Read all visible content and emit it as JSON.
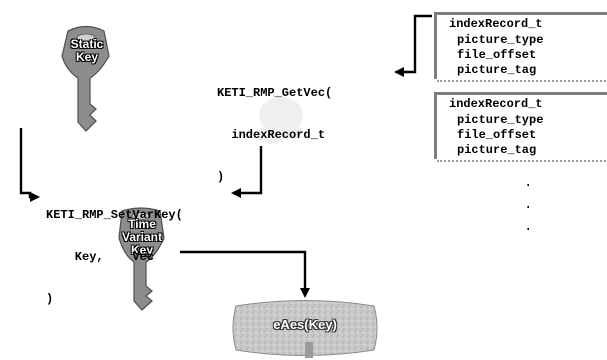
{
  "static_key": {
    "label_line1": "Static",
    "label_line2": "Key"
  },
  "time_variant_key": {
    "label_line1": "Time",
    "label_line2": "Variant",
    "label_line3": "Key"
  },
  "get_vec": {
    "line1": "KETI_RMP_GetVec(",
    "line2": "  indexRecord_t",
    "line3": ")"
  },
  "set_var_key": {
    "line1": "KETI_RMP_SetVarKey(",
    "line2": "    Key,    Vec",
    "line3": ")"
  },
  "records": [
    {
      "title": "indexRecord_t",
      "fields": [
        "picture_type",
        "file_offset",
        "picture_tag"
      ]
    },
    {
      "title": "indexRecord_t",
      "fields": [
        "picture_type",
        "file_offset",
        "picture_tag"
      ]
    }
  ],
  "cipher": {
    "label": "eAes(Key)"
  },
  "continuation_dots": [
    ".",
    ".",
    "."
  ],
  "colors": {
    "arrow": "#000000",
    "key_fill": "#8a8a8a",
    "cipher_fill": "#c8c8c8"
  }
}
